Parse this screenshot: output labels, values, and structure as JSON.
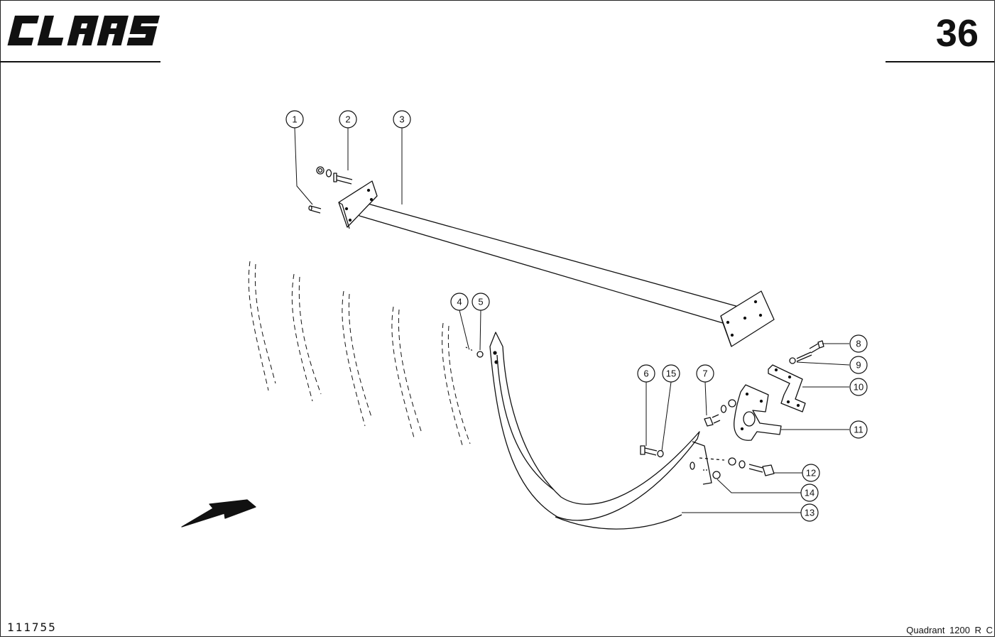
{
  "header": {
    "logo_text": "CLAAS",
    "page_number": "36"
  },
  "footer": {
    "drawing_number": "111755",
    "model": "Quadrant 1200 R C"
  },
  "callouts": [
    "1",
    "2",
    "3",
    "4",
    "5",
    "6",
    "7",
    "8",
    "9",
    "10",
    "11",
    "12",
    "13",
    "14",
    "15"
  ]
}
